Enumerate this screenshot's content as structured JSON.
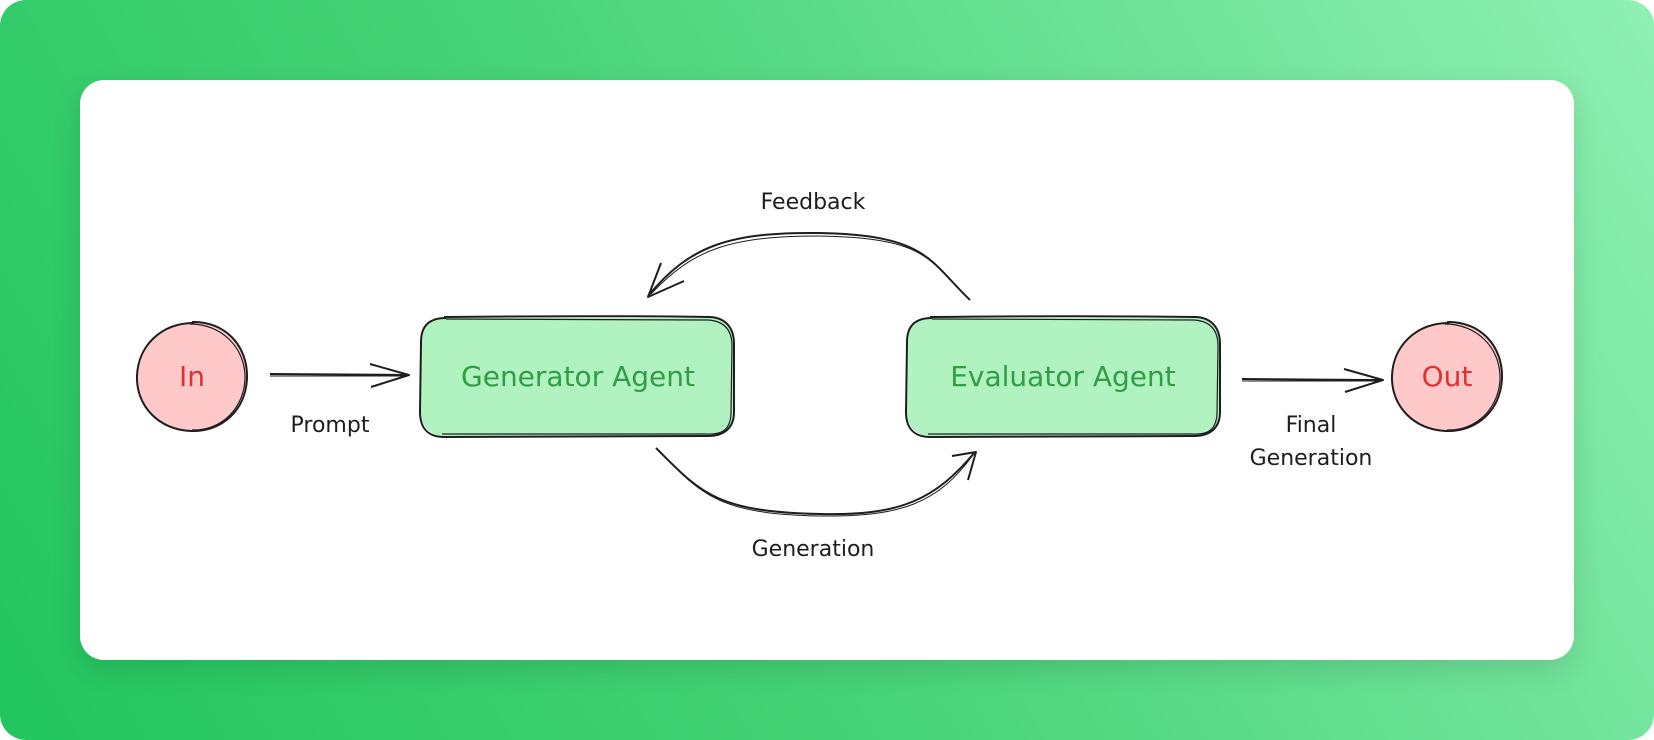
{
  "nodes": {
    "input": {
      "label": "In"
    },
    "generator": {
      "label": "Generator Agent"
    },
    "evaluator": {
      "label": "Evaluator Agent"
    },
    "output": {
      "label": "Out"
    }
  },
  "edges": {
    "prompt": {
      "label": "Prompt"
    },
    "generation": {
      "label": "Generation"
    },
    "feedback": {
      "label": "Feedback"
    },
    "final_generation": {
      "label_line1": "Final",
      "label_line2": "Generation"
    }
  },
  "colors": {
    "agent_fill": "#b1f2c1",
    "agent_text": "#2f9e44",
    "terminal_fill": "#ffc9c9",
    "terminal_text": "#e03131",
    "stroke": "#1e1e1e"
  }
}
